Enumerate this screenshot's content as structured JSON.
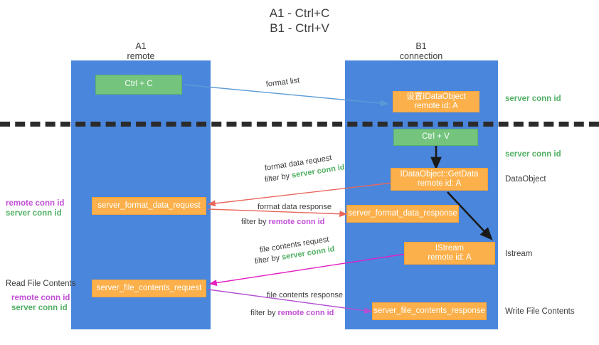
{
  "title": {
    "line1": "A1 - Ctrl+C",
    "line2": "B1 - Ctrl+V"
  },
  "colors": {
    "lane": "#4a86dc",
    "green_box": "#74c47d",
    "orange_box": "#fbb04b",
    "server_conn_id": "#52b064",
    "remote_conn_id": "#c14fd6",
    "divider": "#2b2b2b",
    "arrow_blue": "#5b9bd5",
    "arrow_red": "#e8685d",
    "arrow_pink": "#e21fc0",
    "arrow_purple": "#b24fd0",
    "arrow_black": "#1a1a1a"
  },
  "columns": [
    {
      "name": "A1",
      "subtitle": "remote"
    },
    {
      "name": "B1",
      "subtitle": "connection"
    }
  ],
  "boxes": {
    "ctrl_c": "Ctrl + C",
    "set_idataobject": {
      "line1": "设置IDataObject",
      "line2": "remote id: A"
    },
    "ctrl_v": "Ctrl + V",
    "getdata": {
      "line1": "IDataObject::GetData",
      "line2": "remote id: A"
    },
    "istream": {
      "line1": "IStream",
      "line2": "remote id: A"
    },
    "server_format_data_request": "server_format_data_request",
    "server_format_data_response": "server_format_data_response",
    "server_file_contents_request": "server_file_contents_request",
    "server_file_contents_response": "server_file_contents_response"
  },
  "edge_labels": {
    "format_list": "format list",
    "format_data_request": {
      "title": "format data request",
      "filter_prefix": "filter by",
      "filter_key": "server conn id"
    },
    "format_data_response": {
      "title": "format data response",
      "filter_prefix": "filter by",
      "filter_key": "remote conn id"
    },
    "file_contents_request": {
      "title": "file contents request",
      "filter_prefix": "filter by",
      "filter_key": "server conn id"
    },
    "file_contents_response": {
      "title": "file contents response",
      "filter_prefix": "filter by",
      "filter_key": "remote conn id"
    }
  },
  "right_notes": {
    "server_conn_id_1": "server conn id",
    "server_conn_id_2": "server conn id",
    "dataobject": "DataObject",
    "istream": "Istream",
    "write_file_contents": "Write File Contents"
  },
  "left_notes": {
    "remote_conn_id_1": "remote conn id",
    "server_conn_id_1": "server conn id",
    "read_file_contents": "Read File Contents",
    "remote_conn_id_2": "remote conn id",
    "server_conn_id_2": "server conn id"
  }
}
